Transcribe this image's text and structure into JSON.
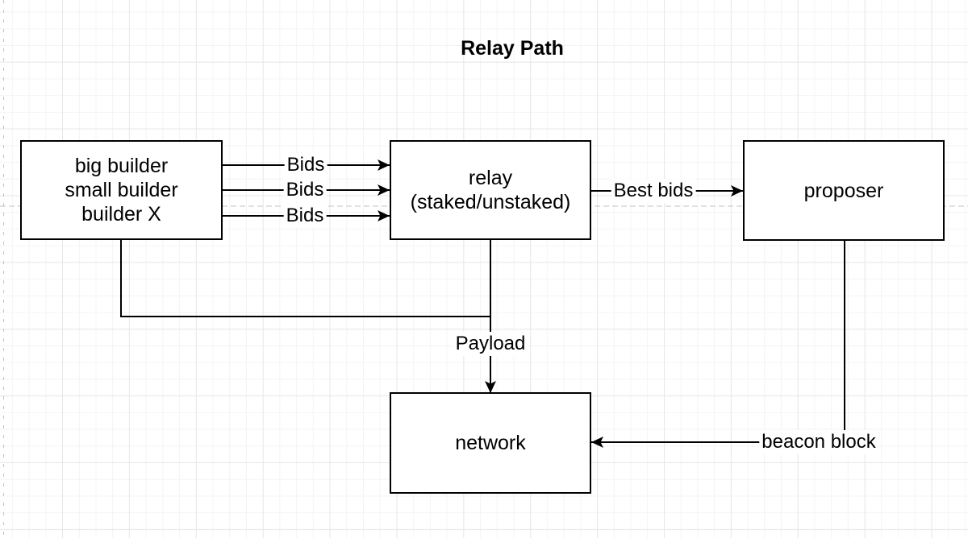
{
  "title": "Relay Path",
  "nodes": {
    "builders": {
      "lines": [
        "big builder",
        "small builder",
        "builder X"
      ]
    },
    "relay": {
      "lines": [
        "relay",
        "(staked/unstaked)"
      ]
    },
    "proposer": {
      "lines": [
        "proposer"
      ]
    },
    "network": {
      "lines": [
        "network"
      ]
    }
  },
  "edge_labels": {
    "bids_1": "Bids",
    "bids_2": "Bids",
    "bids_3": "Bids",
    "best_bids": "Best bids",
    "payload": "Payload",
    "beacon_block": "beacon block"
  },
  "colors": {
    "stroke": "#000000",
    "node_fill": "#ffffff",
    "grid_minor": "#f4f4f5",
    "grid_major": "#e8e8ea",
    "page_border_dash": "#c2c2c2"
  }
}
